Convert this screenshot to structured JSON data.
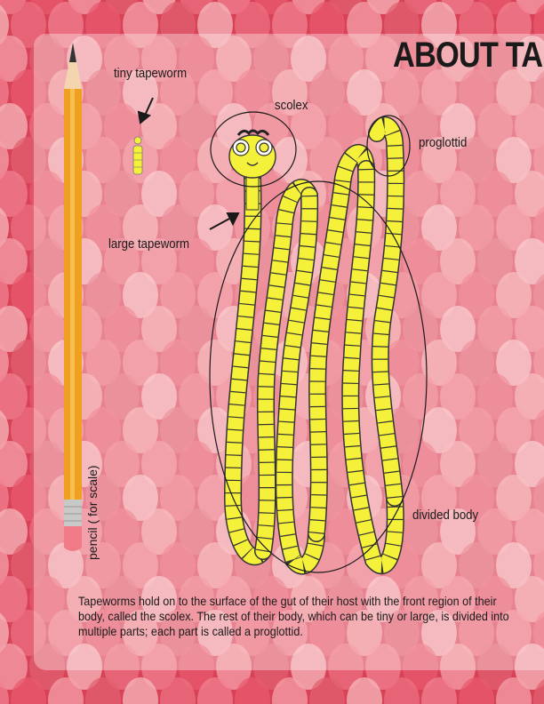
{
  "page": {
    "title": "ABOUT TA",
    "labels": {
      "tiny_tapeworm": "tiny tapeworm",
      "scolex": "scolex",
      "proglottid": "proglottid",
      "large_tapeworm": "large tapeworm",
      "divided_body": "divided body",
      "pencil": "pencil ( for scale)"
    },
    "caption": "Tapeworms hold on to the surface of the gut of their host with the front region of their body, called the scolex. The rest of their body, which can be tiny or large, is divided into multiple parts; each part is called a proglottid."
  },
  "colors": {
    "worm_fill": "#f5f03a",
    "worm_outline": "#333333",
    "pencil_body": "#f0a020",
    "eraser": "#f07a86",
    "background": "#d63a52"
  },
  "icons": [
    "arrow-icon",
    "pencil-illustration",
    "tapeworm-illustration"
  ]
}
